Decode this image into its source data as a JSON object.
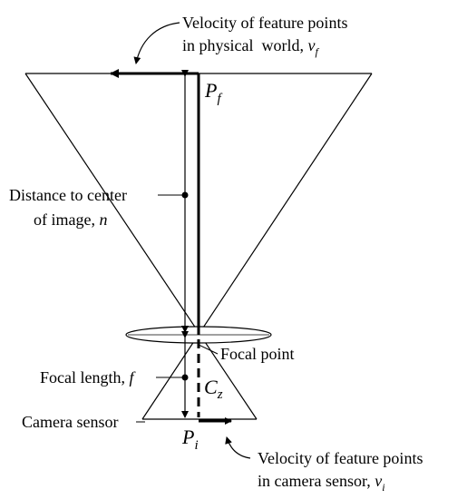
{
  "labels": {
    "velocity_world_line1": "Velocity of feature points",
    "velocity_world_line2": "in physical  world, ",
    "velocity_world_symbol": "v",
    "velocity_world_subscript": "f",
    "pf_symbol": "P",
    "pf_subscript": "f",
    "distance_line1": "Distance to center",
    "distance_line2": "of image, ",
    "distance_symbol": "n",
    "focal_point": "Focal point",
    "focal_length": "Focal length, ",
    "focal_length_symbol": "f",
    "cz_symbol": "C",
    "cz_subscript": "z",
    "camera_sensor": "Camera sensor",
    "pi_symbol": "P",
    "pi_subscript": "i",
    "velocity_sensor_line1": "Velocity of feature points",
    "velocity_sensor_line2": "in camera sensor, ",
    "velocity_sensor_symbol": "v",
    "velocity_sensor_subscript": "i"
  },
  "colors": {
    "ink": "#000000",
    "background": "#ffffff"
  }
}
